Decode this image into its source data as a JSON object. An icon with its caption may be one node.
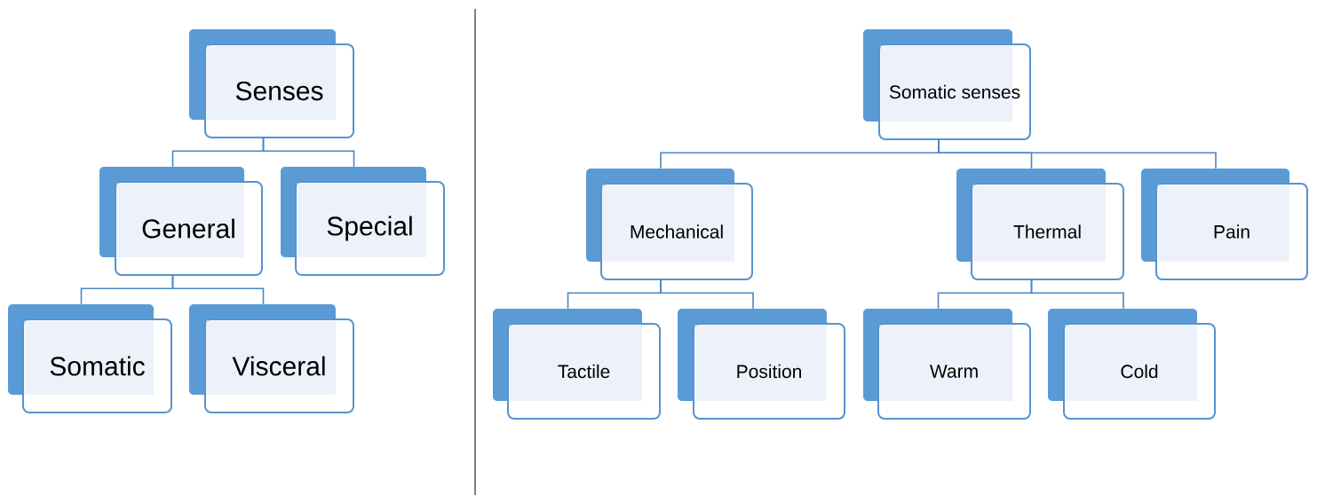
{
  "diagram": {
    "nodes": [
      {
        "text": [
          "Senses"
        ]
      },
      {
        "text": [
          "General"
        ]
      },
      {
        "text": [
          "Special"
        ]
      },
      {
        "text": [
          "Somatic"
        ]
      },
      {
        "text": [
          "Visceral"
        ]
      },
      {
        "text": [
          "Somatic senses"
        ]
      },
      {
        "text": [
          "Mechanical"
        ]
      },
      {
        "text": [
          "Thermal"
        ]
      },
      {
        "text": [
          "Pain"
        ]
      },
      {
        "text": [
          "Tactile"
        ]
      },
      {
        "text": [
          "Position"
        ]
      },
      {
        "text": [
          "Warm"
        ]
      },
      {
        "text": [
          "Cold"
        ]
      }
    ],
    "edges": [
      {
        "from": 0,
        "to": 1,
        "arrow": "none"
      },
      {
        "from": 0,
        "to": 2,
        "arrow": "none"
      },
      {
        "from": 1,
        "to": 3,
        "arrow": "none"
      },
      {
        "from": 1,
        "to": 4,
        "arrow": "none"
      },
      {
        "from": 5,
        "to": 6,
        "arrow": "none"
      },
      {
        "from": 5,
        "to": 7,
        "arrow": "none"
      },
      {
        "from": 5,
        "to": 8,
        "arrow": "none"
      },
      {
        "from": 6,
        "to": 9,
        "arrow": "none"
      },
      {
        "from": 6,
        "to": 10,
        "arrow": "none"
      },
      {
        "from": 7,
        "to": 11,
        "arrow": "none"
      },
      {
        "from": 7,
        "to": 12,
        "arrow": "none"
      }
    ]
  }
}
